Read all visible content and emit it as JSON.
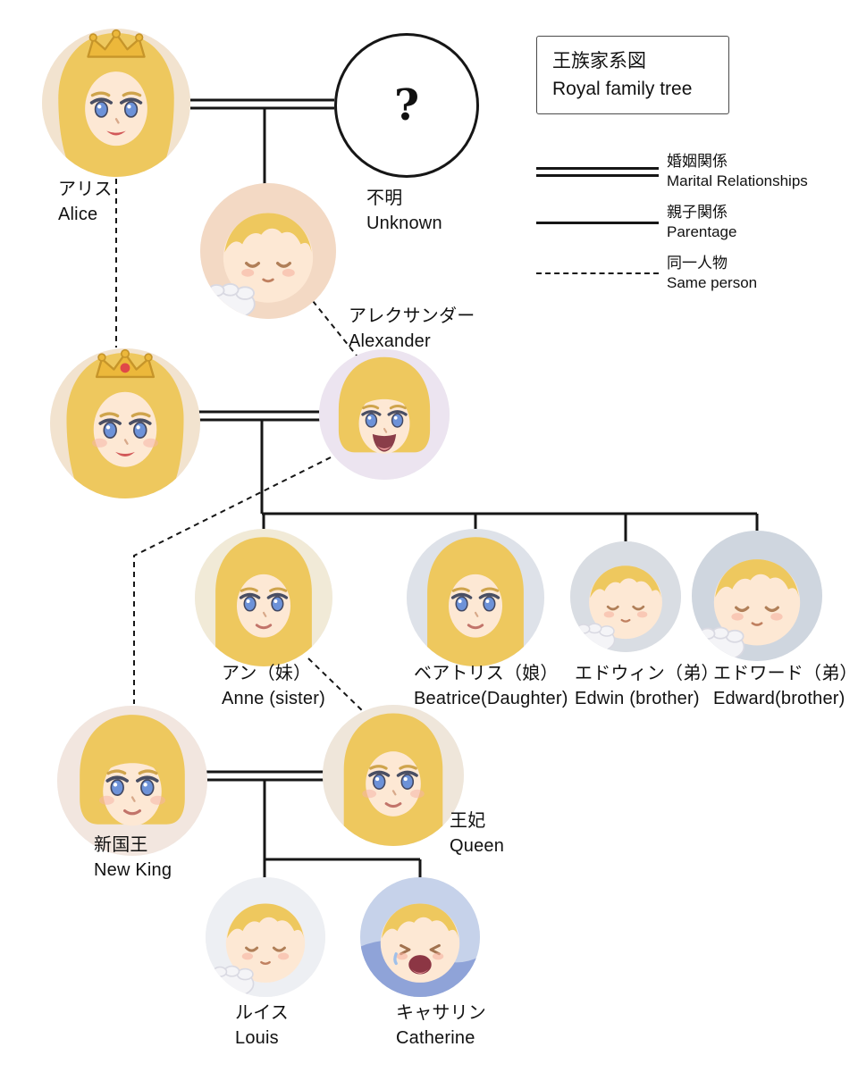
{
  "title": {
    "jp": "王族家系図",
    "en": "Royal family tree"
  },
  "legend": {
    "marriage": {
      "jp": "婚姻関係",
      "en": "Marital Relationships"
    },
    "parentage": {
      "jp": "親子関係",
      "en": "Parentage"
    },
    "same_person": {
      "jp": "同一人物",
      "en": "Same person"
    }
  },
  "nodes": {
    "alice": {
      "jp": "アリス",
      "en": "Alice"
    },
    "unknown": {
      "jp": "不明",
      "en": "Unknown",
      "mark": "?"
    },
    "alexander": {
      "jp": "アレクサンダー",
      "en": "Alexander"
    },
    "anne": {
      "jp": "アン（妹）",
      "en": "Anne (sister)"
    },
    "beatrice": {
      "jp": "ベアトリス（娘）",
      "en": "Beatrice(Daughter)"
    },
    "edwin": {
      "jp": "エドウィン（弟）",
      "en": "Edwin (brother)"
    },
    "edward": {
      "jp": "エドワード（弟）",
      "en": "Edward(brother)"
    },
    "new_king": {
      "jp": "新国王",
      "en": "New King"
    },
    "queen": {
      "jp": "王妃",
      "en": "Queen"
    },
    "louis": {
      "jp": "ルイス",
      "en": "Louis"
    },
    "catherine": {
      "jp": "キャサリン",
      "en": "Catherine"
    }
  },
  "relationships": [
    {
      "type": "marriage",
      "between": [
        "Alice",
        "Unknown"
      ]
    },
    {
      "type": "parentage",
      "parents": [
        "Alice",
        "Unknown"
      ],
      "children": [
        "Alexander"
      ]
    },
    {
      "type": "same_person",
      "between": [
        "Alice (top)",
        "Alice (second row)"
      ]
    },
    {
      "type": "same_person",
      "between": [
        "Alexander (baby)",
        "Alexander (adult)"
      ]
    },
    {
      "type": "marriage",
      "between": [
        "Alice",
        "Alexander"
      ]
    },
    {
      "type": "parentage",
      "parents": [
        "Alice",
        "Alexander"
      ],
      "children": [
        "Anne (sister)",
        "Beatrice(Daughter)",
        "Edwin (brother)",
        "Edward(brother)"
      ]
    },
    {
      "type": "same_person",
      "between": [
        "Alexander",
        "New King"
      ]
    },
    {
      "type": "same_person",
      "between": [
        "Anne (sister)",
        "Queen"
      ]
    },
    {
      "type": "marriage",
      "between": [
        "New King",
        "Queen"
      ]
    },
    {
      "type": "parentage",
      "parents": [
        "New King",
        "Queen"
      ],
      "children": [
        "Louis",
        "Catherine"
      ]
    }
  ],
  "colors": {
    "line": "#161616",
    "hair": "#eec85e",
    "skin": "#fde8d4",
    "eye": "#6d92d8"
  }
}
